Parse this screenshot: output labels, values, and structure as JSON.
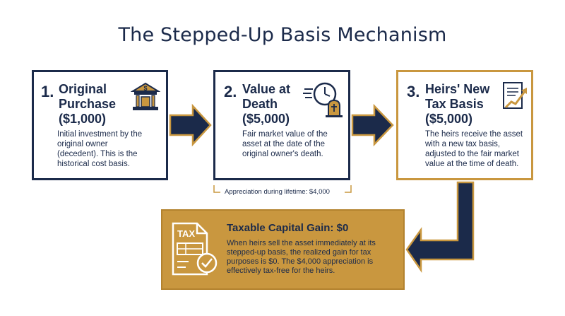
{
  "title": "The Stepped-Up Basis Mechanism",
  "steps": [
    {
      "number": "1.",
      "heading": [
        "Original",
        "Purchase",
        "($1,000)"
      ],
      "body": [
        "Initial investment by the",
        "original owner",
        "(decedent). This is the",
        "historical cost basis."
      ],
      "icon": "bank-icon"
    },
    {
      "number": "2.",
      "heading": [
        "Value at",
        "Death",
        "($5,000)"
      ],
      "body": [
        "Fair market value of the",
        "asset at the date of the",
        "original owner's death."
      ],
      "icon": "clock-tombstone-icon"
    },
    {
      "number": "3.",
      "heading": [
        "Heirs' New",
        "Tax Basis",
        "($5,000)"
      ],
      "body": [
        "The heirs receive the asset",
        "with a new tax basis,",
        "adjusted to the fair market",
        "value at the time of death."
      ],
      "icon": "document-growth-icon"
    }
  ],
  "appreciation_label": "Appreciation during lifetime: $4,000",
  "gain": {
    "heading": "Taxable Capital Gain: $0",
    "body": [
      "When heirs sell the asset immediately at its",
      "stepped-up basis, the realized gain for tax",
      "purposes is $0. The $4,000 appreciation is",
      "effectively tax-free for the heirs."
    ],
    "icon_text": "TAX"
  },
  "colors": {
    "navy": "#1b2a4a",
    "gold": "#c9973f"
  }
}
